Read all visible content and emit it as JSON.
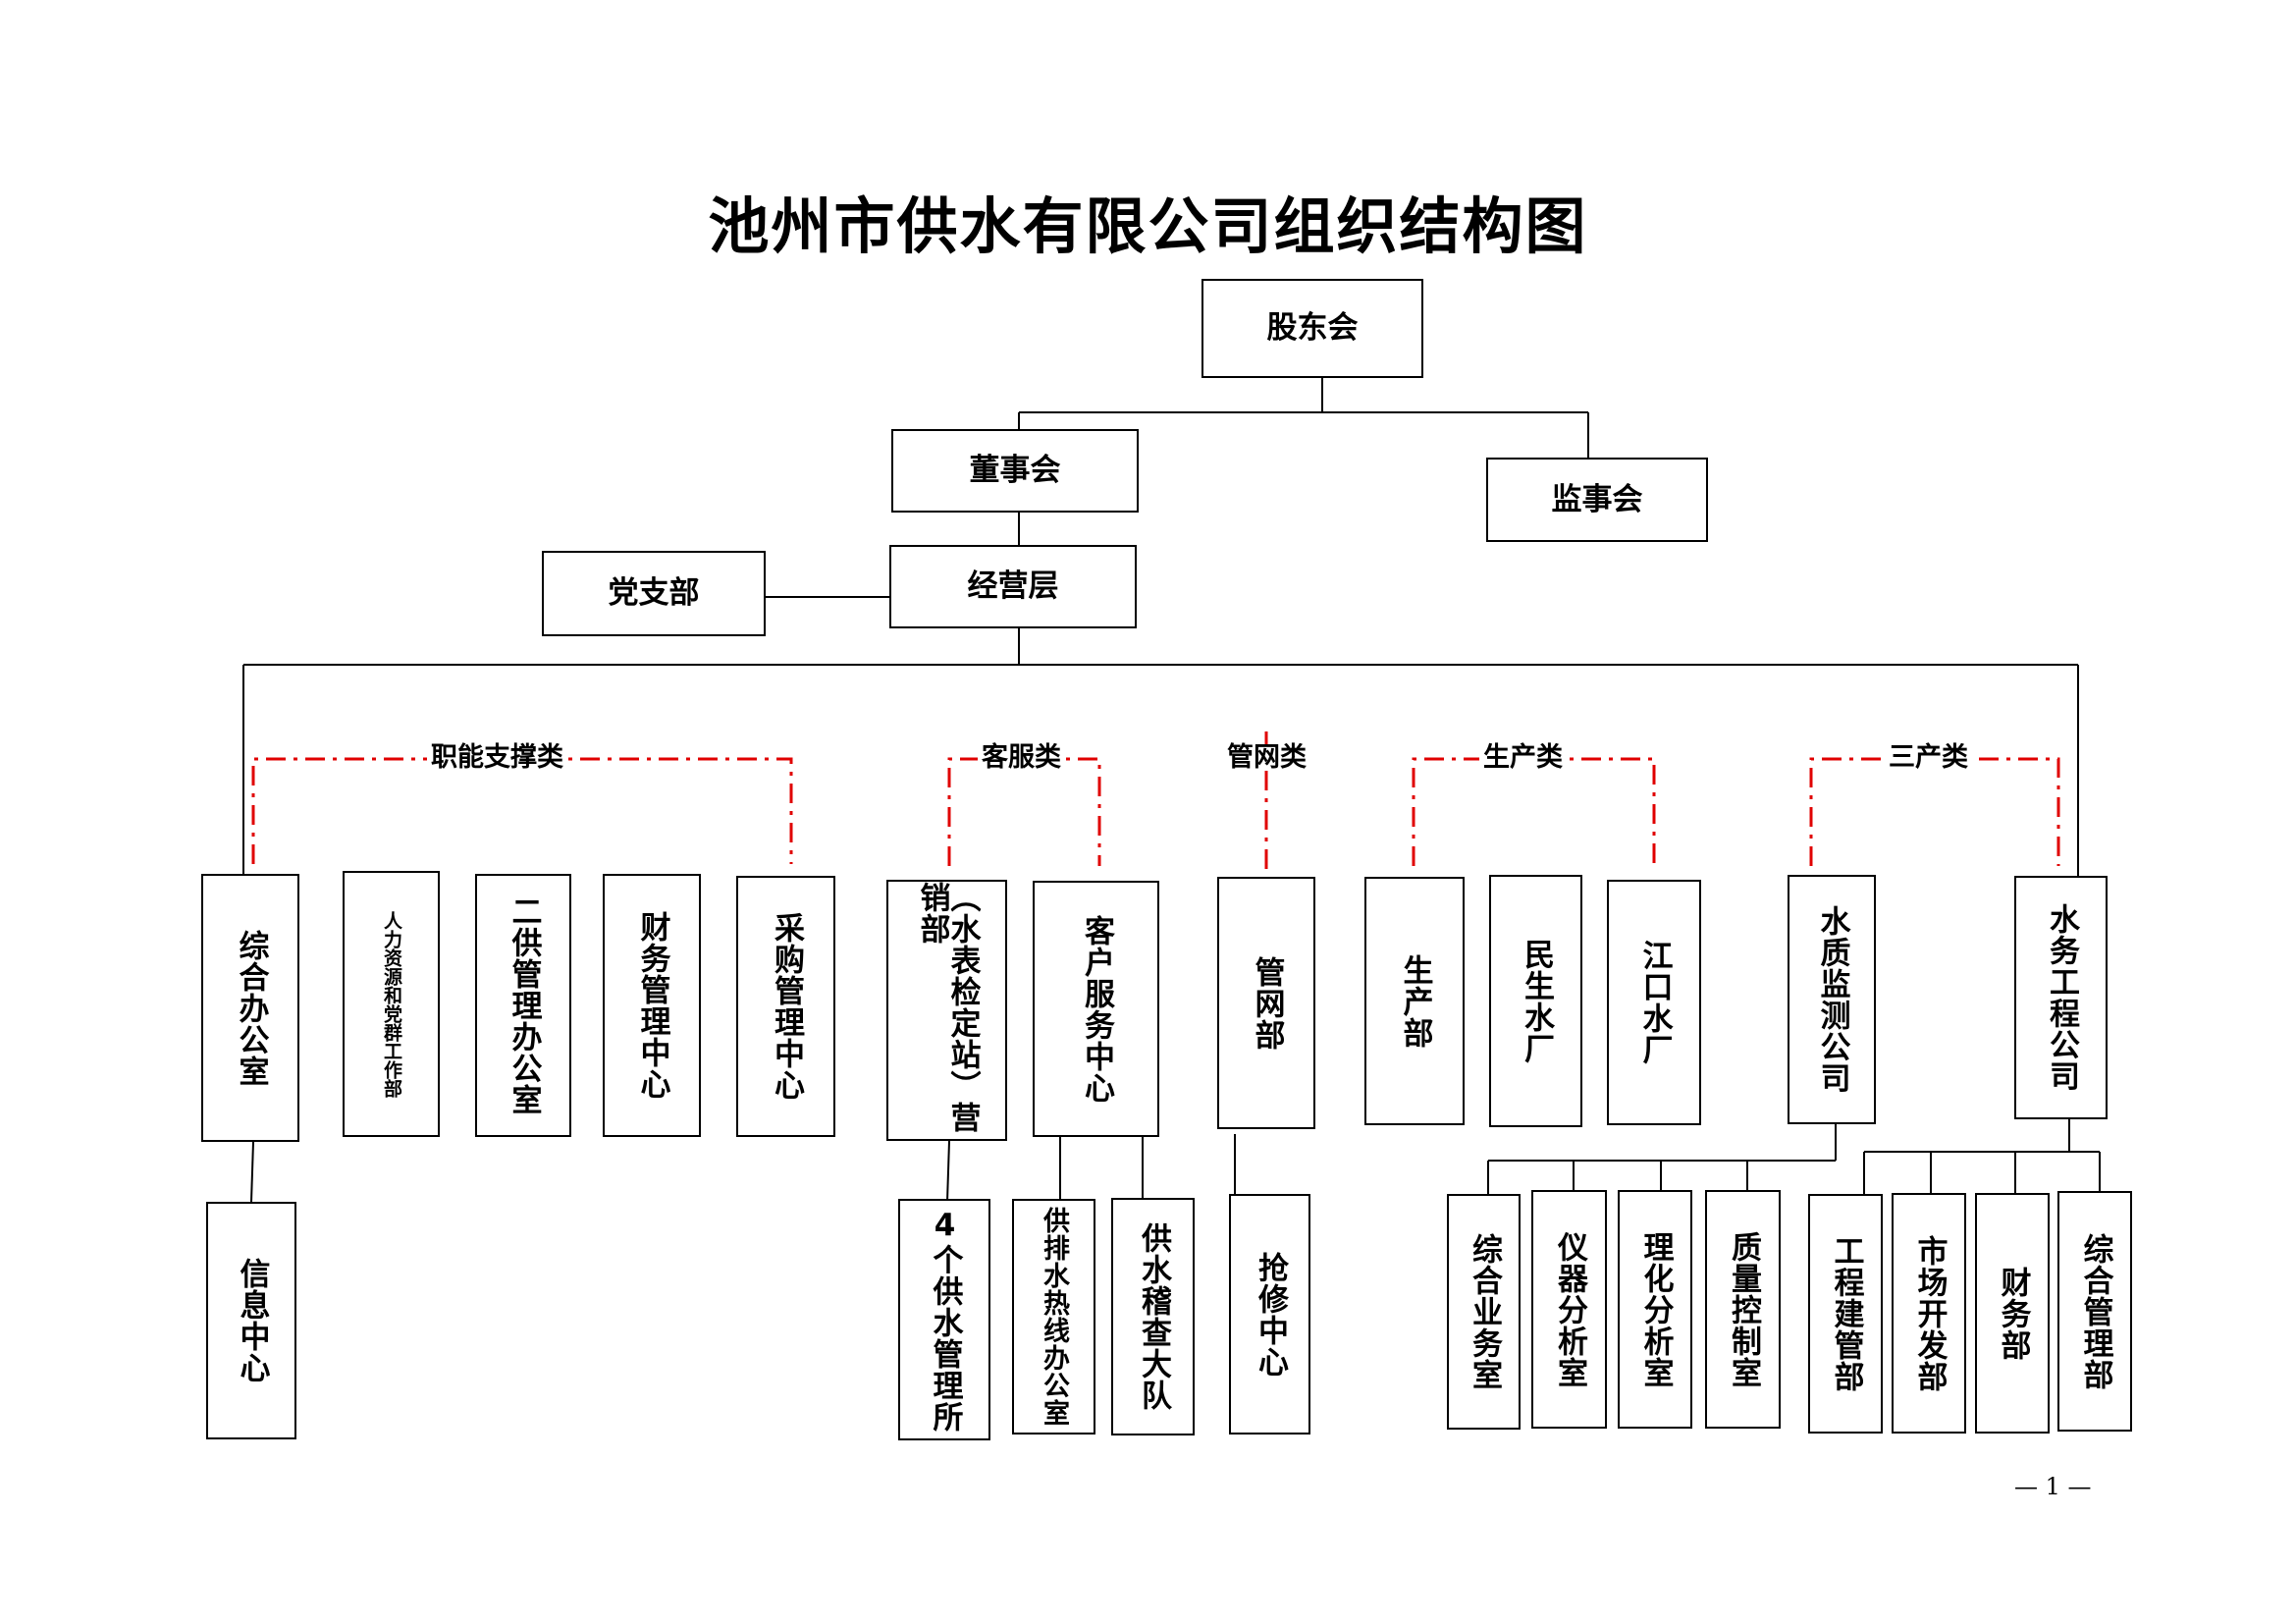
{
  "title": "池州市供水有限公司组织结构图",
  "colors": {
    "line": "#000000",
    "dash": "#e00000"
  },
  "top": {
    "shareholders": "股东会",
    "board": "董事会",
    "supervisors": "监事会",
    "management": "经营层",
    "party_branch": "党支部"
  },
  "categories": {
    "functional": "职能支撑类",
    "customer_service": "客服类",
    "pipe_network": "管网类",
    "production": "生产类",
    "tertiary": "三产类"
  },
  "departments": {
    "general_office": "综合办公室",
    "hr_party": "人力资源和党群工作部",
    "second_supply": "二供管理办公室",
    "finance_center": "财务管理中心",
    "procurement_center": "采购管理中心",
    "marketing_line1": "营销部",
    "marketing_line2": "（水表检定站）",
    "customer_center": "客户服务中心",
    "pipe_dept": "管网部",
    "production_dept": "生产部",
    "minsheng_plant": "民生水厂",
    "jiangkou_plant": "江口水厂",
    "water_quality_co": "水质监测公司",
    "water_engineering_co": "水务工程公司"
  },
  "subunits": {
    "info_center": "信息中心",
    "four_supply_offices": "4个供水管理所",
    "hotline_office": "供排水热线办公室",
    "inspection_team": "供水稽查大队",
    "repair_center": "抢修中心",
    "general_affairs": "综合业务室",
    "instrument_analysis": "仪器分析室",
    "physchem_analysis": "理化分析室",
    "quality_control": "质量控制室",
    "eng_construction": "工程建管部",
    "market_dev": "市场开发部",
    "finance_dept": "财务部",
    "general_mgmt": "综合管理部"
  },
  "page_number": "— 1 —"
}
